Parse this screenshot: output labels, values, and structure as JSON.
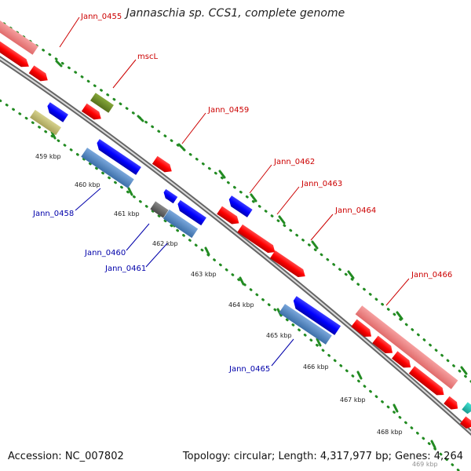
{
  "title": "Jannaschia sp. CCS1, complete genome",
  "footer": {
    "accession": "Accession: NC_007802",
    "topology": "Topology: circular; Length: 4,317,977 bp; Genes: 4,264"
  },
  "colors": {
    "forward_gene": "#ff0000",
    "forward_gene_light": "#f08080",
    "reverse_gene": "#0000ff",
    "reverse_gene_light": "#4f86c6",
    "olive_gene": "#6b8e23",
    "khaki_gene": "#bdb76b",
    "grey_gene": "#666666",
    "backbone": "#888888",
    "dotted_guide": "#228b22",
    "forward_label": "#cc0000",
    "reverse_label": "#0000aa"
  },
  "scale_labels": [
    "459 kbp",
    "460 kbp",
    "461 kbp",
    "462 kbp",
    "463 kbp",
    "464 kbp",
    "465 kbp",
    "466 kbp",
    "467 kbp",
    "468 kbp",
    "469 kbp"
  ],
  "gene_labels": {
    "forward": [
      "Jann_0455",
      "mscL",
      "Jann_0459",
      "Jann_0462",
      "Jann_0463",
      "Jann_0464",
      "Jann_0466"
    ],
    "reverse": [
      "Jann_0458",
      "Jann_0460",
      "Jann_0461",
      "Jann_0465"
    ]
  }
}
